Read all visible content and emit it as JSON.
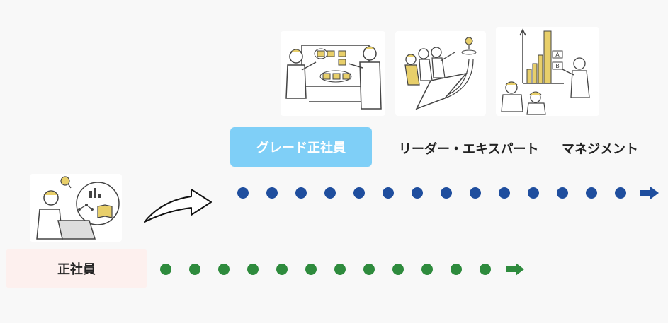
{
  "labels": {
    "grade_employee": "グレード正社員",
    "leader_expert": "リーダー・エキスパート",
    "management": "マネジメント",
    "regular_employee": "正社員"
  },
  "colors": {
    "grade_box_bg": "#7fcff7",
    "grade_box_text": "#ffffff",
    "regular_box_bg": "#fdf0ee",
    "blue_track": "#1f4e9e",
    "green_track": "#2e8b3d",
    "accent_yellow": "#e8cf6a"
  },
  "icons": {
    "team_meeting": "team-whiteboard-meeting-illustration",
    "leader_rocket": "leader-rocket-illustration",
    "management_chart": "management-growth-chart-illustration",
    "employee_laptop": "employee-laptop-analysis-illustration",
    "curved_arrow": "curved-up-arrow-icon"
  }
}
